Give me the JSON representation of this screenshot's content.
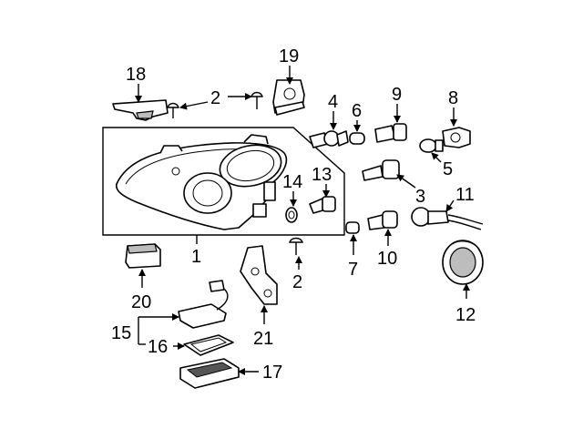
{
  "diagram": {
    "callouts": {
      "c1": "1",
      "c2a": "2",
      "c2b": "2",
      "c3": "3",
      "c4": "4",
      "c5": "5",
      "c6": "6",
      "c7": "7",
      "c8": "8",
      "c9": "9",
      "c10": "10",
      "c11": "11",
      "c12": "12",
      "c13": "13",
      "c14": "14",
      "c15": "15",
      "c16": "16",
      "c17": "17",
      "c18": "18",
      "c19": "19",
      "c20": "20",
      "c21": "21"
    }
  }
}
